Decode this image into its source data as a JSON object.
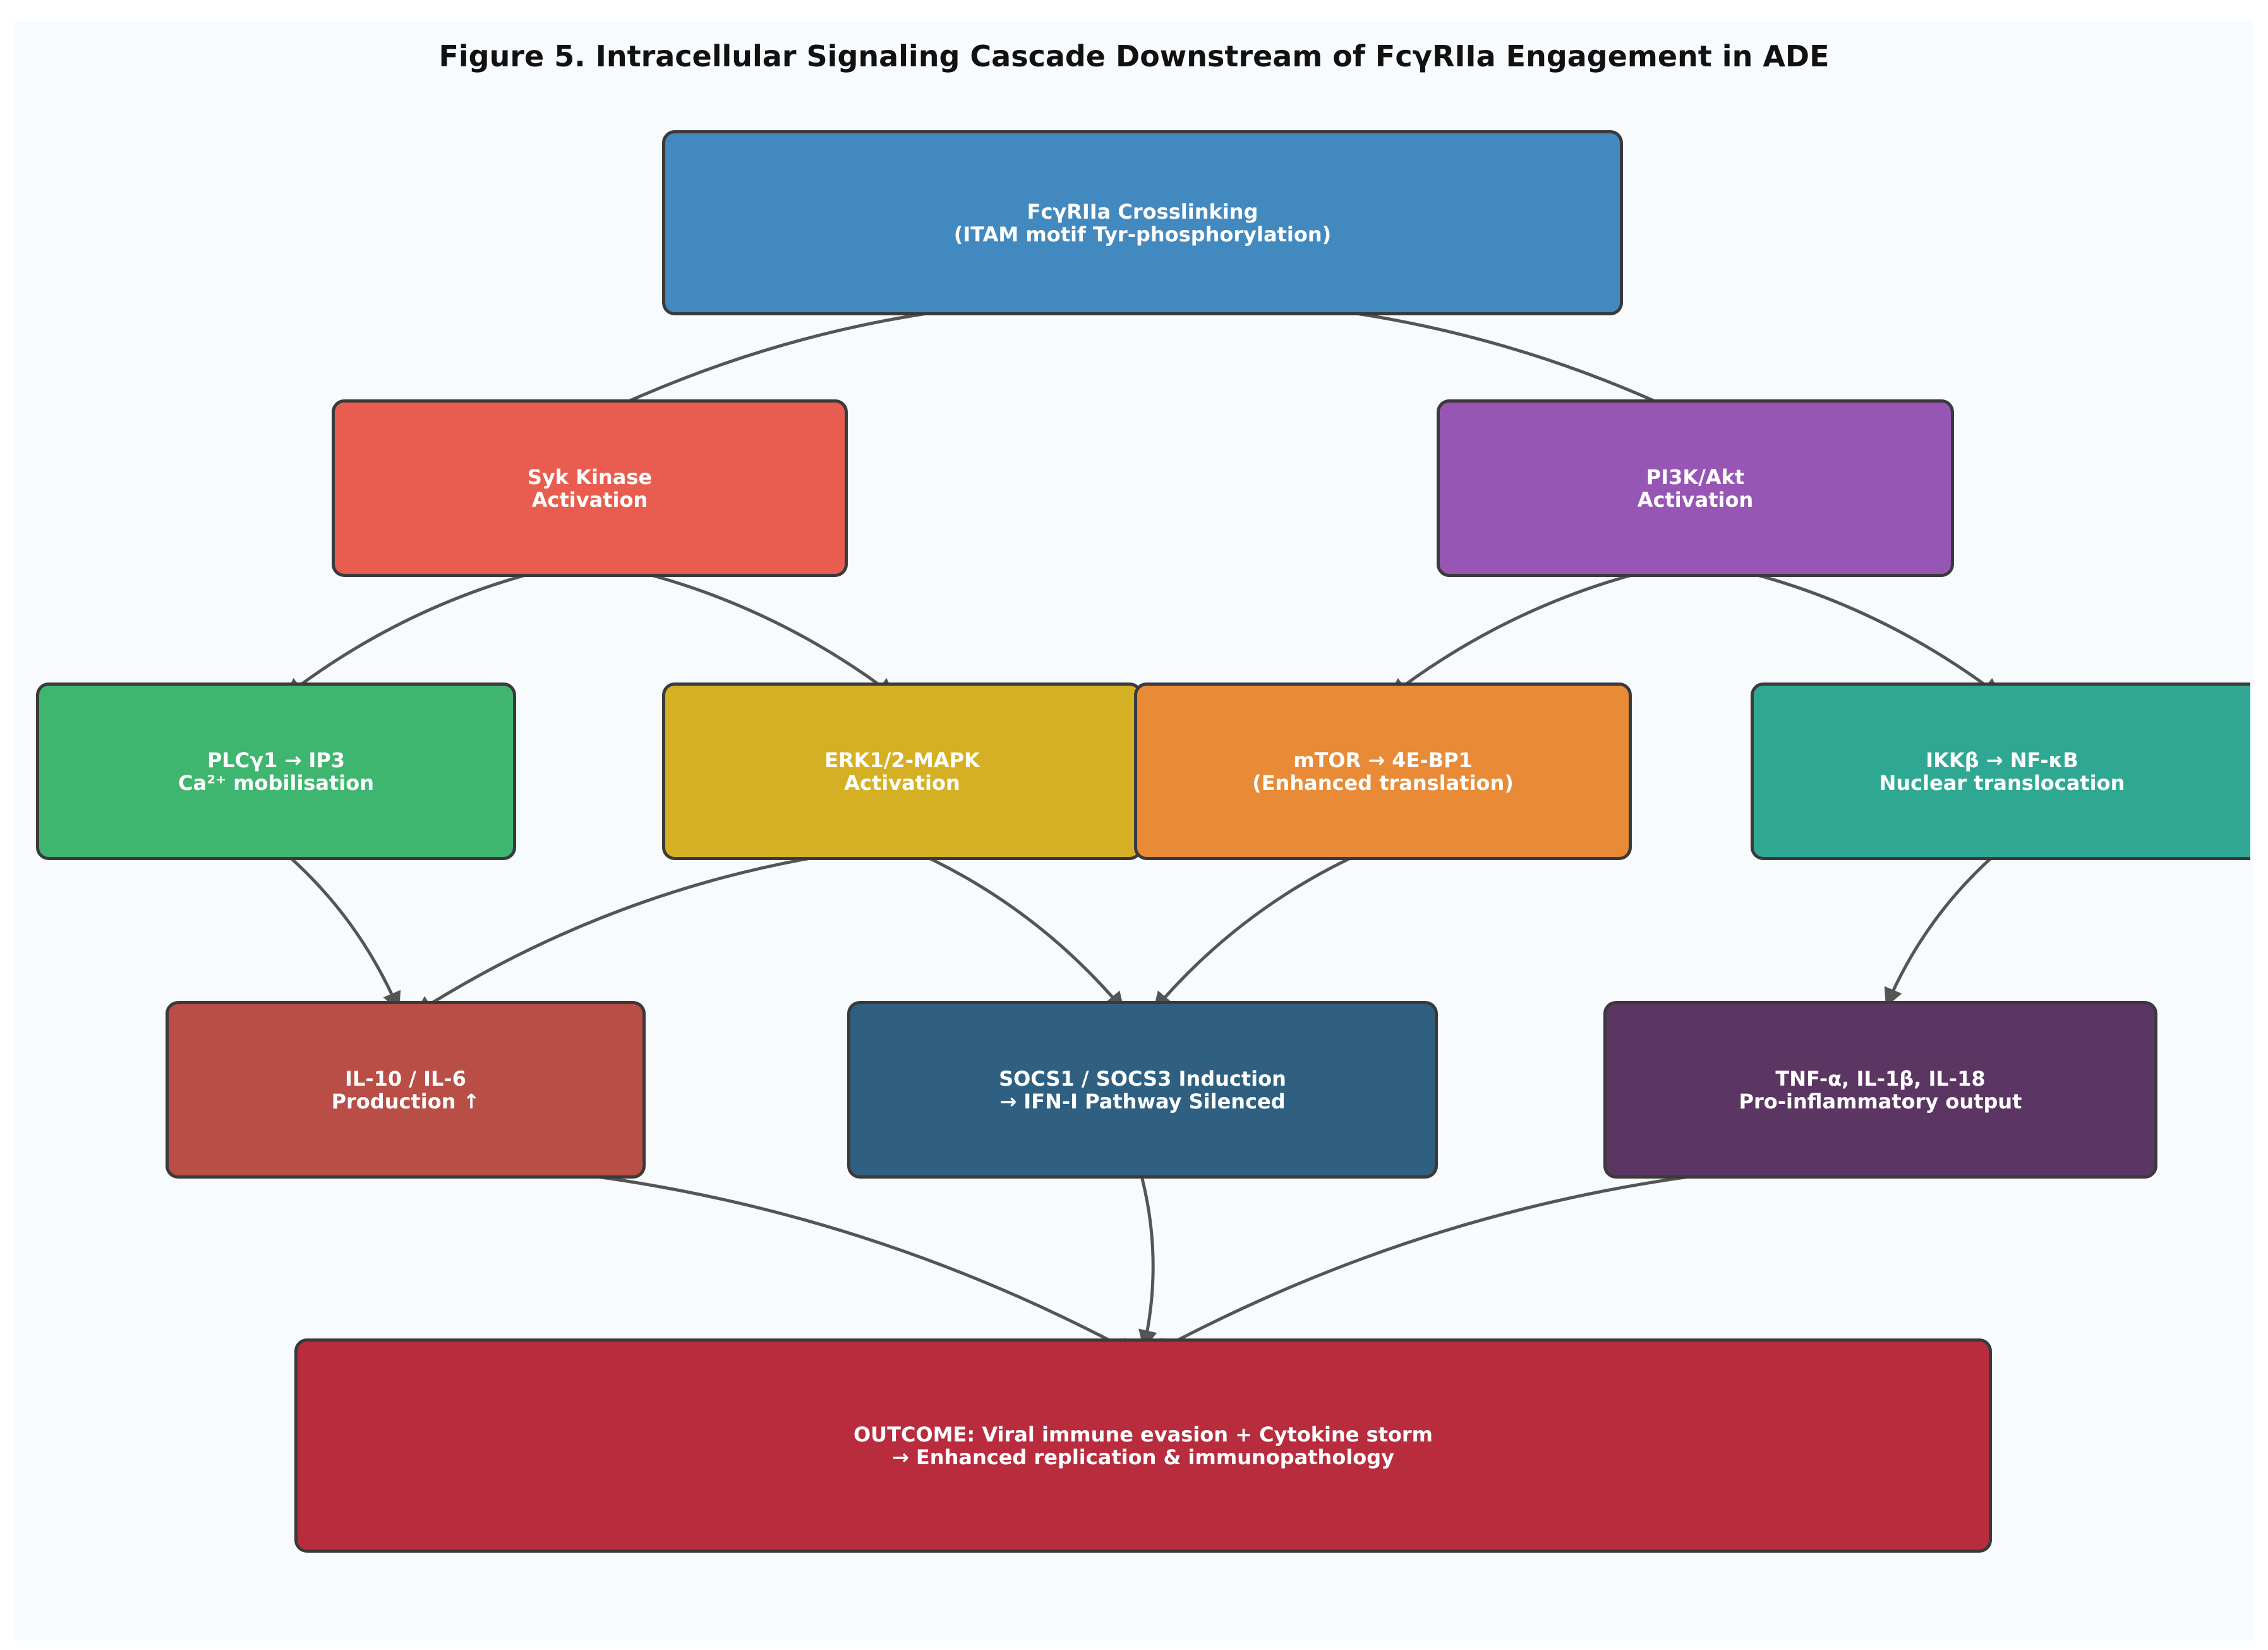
{
  "title": "Figure 5. Intracellular Signaling Cascade Downstream of FcγRIIa Engagement in ADE",
  "nodes": {
    "fcgr": {
      "line1": "FcγRIIa Crosslinking",
      "line2": "(ITAM motif Tyr-phosphorylation)",
      "color": "#4289c0"
    },
    "syk": {
      "line1": "Syk Kinase",
      "line2": "Activation",
      "color": "#e85d4f"
    },
    "pi3k": {
      "line1": "PI3K/Akt",
      "line2": "Activation",
      "color": "#9756b3"
    },
    "plc": {
      "line1": "PLCγ1 → IP3",
      "line2": "Ca²⁺ mobilisation",
      "color": "#3fb66f"
    },
    "erk": {
      "line1": "ERK1/2-MAPK",
      "line2": "Activation",
      "color": "#d6b024"
    },
    "mtor": {
      "line1": "mTOR → 4E-BP1",
      "line2": "(Enhanced translation)",
      "color": "#e88a36"
    },
    "ikk": {
      "line1": "IKKβ → NF-κB",
      "line2": "Nuclear translocation",
      "color": "#2ea893"
    },
    "il10": {
      "line1": "IL-10 / IL-6",
      "line2": "Production ↑",
      "color": "#b84e45"
    },
    "socs": {
      "line1": "SOCS1 / SOCS3 Induction",
      "line2": "→ IFN-I Pathway Silenced",
      "color": "#2f6082"
    },
    "tnf": {
      "line1": "TNF-α, IL-1β, IL-18",
      "line2": "Pro-inflammatory output",
      "color": "#5c3663"
    },
    "outcome": {
      "line1": "OUTCOME: Viral immune evasion + Cytokine storm",
      "line2": "→ Enhanced replication & immunopathology",
      "color": "#b82c3d"
    }
  },
  "edges": [
    [
      "fcgr",
      "syk"
    ],
    [
      "fcgr",
      "pi3k"
    ],
    [
      "syk",
      "plc"
    ],
    [
      "syk",
      "erk"
    ],
    [
      "pi3k",
      "mtor"
    ],
    [
      "pi3k",
      "ikk"
    ],
    [
      "plc",
      "il10"
    ],
    [
      "erk",
      "il10"
    ],
    [
      "erk",
      "socs"
    ],
    [
      "mtor",
      "socs"
    ],
    [
      "ikk",
      "tnf"
    ],
    [
      "il10",
      "outcome"
    ],
    [
      "socs",
      "outcome"
    ],
    [
      "tnf",
      "outcome"
    ]
  ]
}
